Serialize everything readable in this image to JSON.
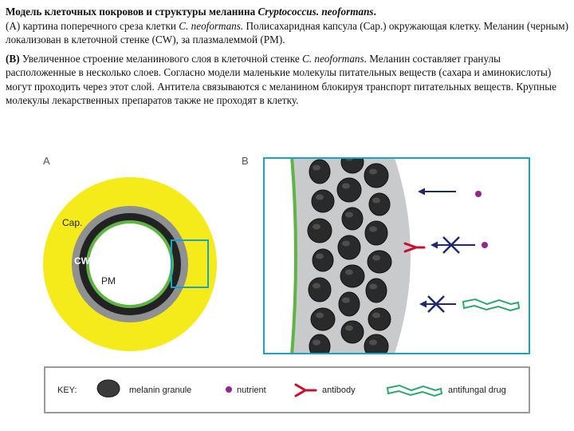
{
  "caption": {
    "title": "Модель клеточных покровов и структуры меланина ",
    "title_species": "Cryptococcus. neoformans",
    "title_end": ".",
    "p1_a": "(А) картина поперечного среза клетки ",
    "p1_species": "C. neoformans.",
    "p1_b": " Полисахаридная капсула (Cap.) окружающая клетку. Меланин (черным) локализован в клеточной стенке (CW), за плазмалеммой (PM).",
    "p2_label": "(В)",
    "p2_a": " Увеличенное строение меланинового слоя в клеточной стенке ",
    "p2_species": "C. neoformans",
    "p2_b": ". Меланин составляет гранулы расположенные в несколько слоев. Согласно модели маленькие молекулы питательных веществ (сахара и аминокислоты) могут проходить через этот слой. Антитела связываются с меланином блокируя транспорт питательных веществ. Крупные молекулы лекарственных препаратов также не проходят в клетку."
  },
  "panel_a": {
    "label": "A",
    "cap_label": "Cap.",
    "cw_label": "CW",
    "pm_label": "PM"
  },
  "panel_b": {
    "label": "B"
  },
  "key": {
    "title": "KEY:",
    "melanin": "melanin granule",
    "nutrient": "nutrient",
    "antibody": "antibody",
    "drug": "antifungal drug"
  },
  "colors": {
    "capsule": "#f5ea1a",
    "cell_wall": "#8e9092",
    "melanin": "#222222",
    "membrane": "#5fb446",
    "box": "#1aa4c4",
    "nutrient": "#92278f",
    "antibody": "#c8102e",
    "arrow": "#1f2a6b",
    "drug": "#2ca86a"
  }
}
